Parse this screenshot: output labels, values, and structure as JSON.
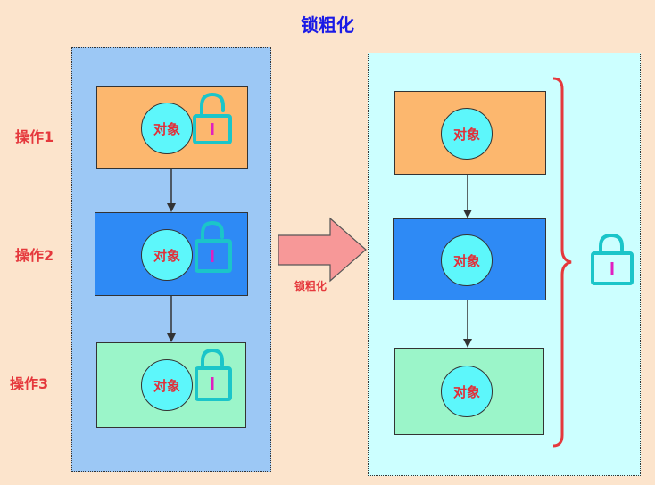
{
  "title": "锁粗化",
  "arrow_label": "锁粗化",
  "object_label": "对象",
  "operations": [
    "操作1",
    "操作2",
    "操作3"
  ],
  "colors": {
    "background": "#FCE4CC",
    "title": "#1A1AE6",
    "label": "#E5383C",
    "left_panel": "#9CC8F5",
    "right_panel": "#CCFFFF",
    "box_orange": "#FCB76E",
    "box_blue": "#2E8AF5",
    "box_green": "#9BF5C9",
    "object": "#5DF7FB",
    "lock": "#1BC5C9",
    "brace": "#E5383C",
    "big_arrow": "#F79898"
  },
  "icons": [
    "lock-icon",
    "arrow-right-icon",
    "brace-icon"
  ]
}
